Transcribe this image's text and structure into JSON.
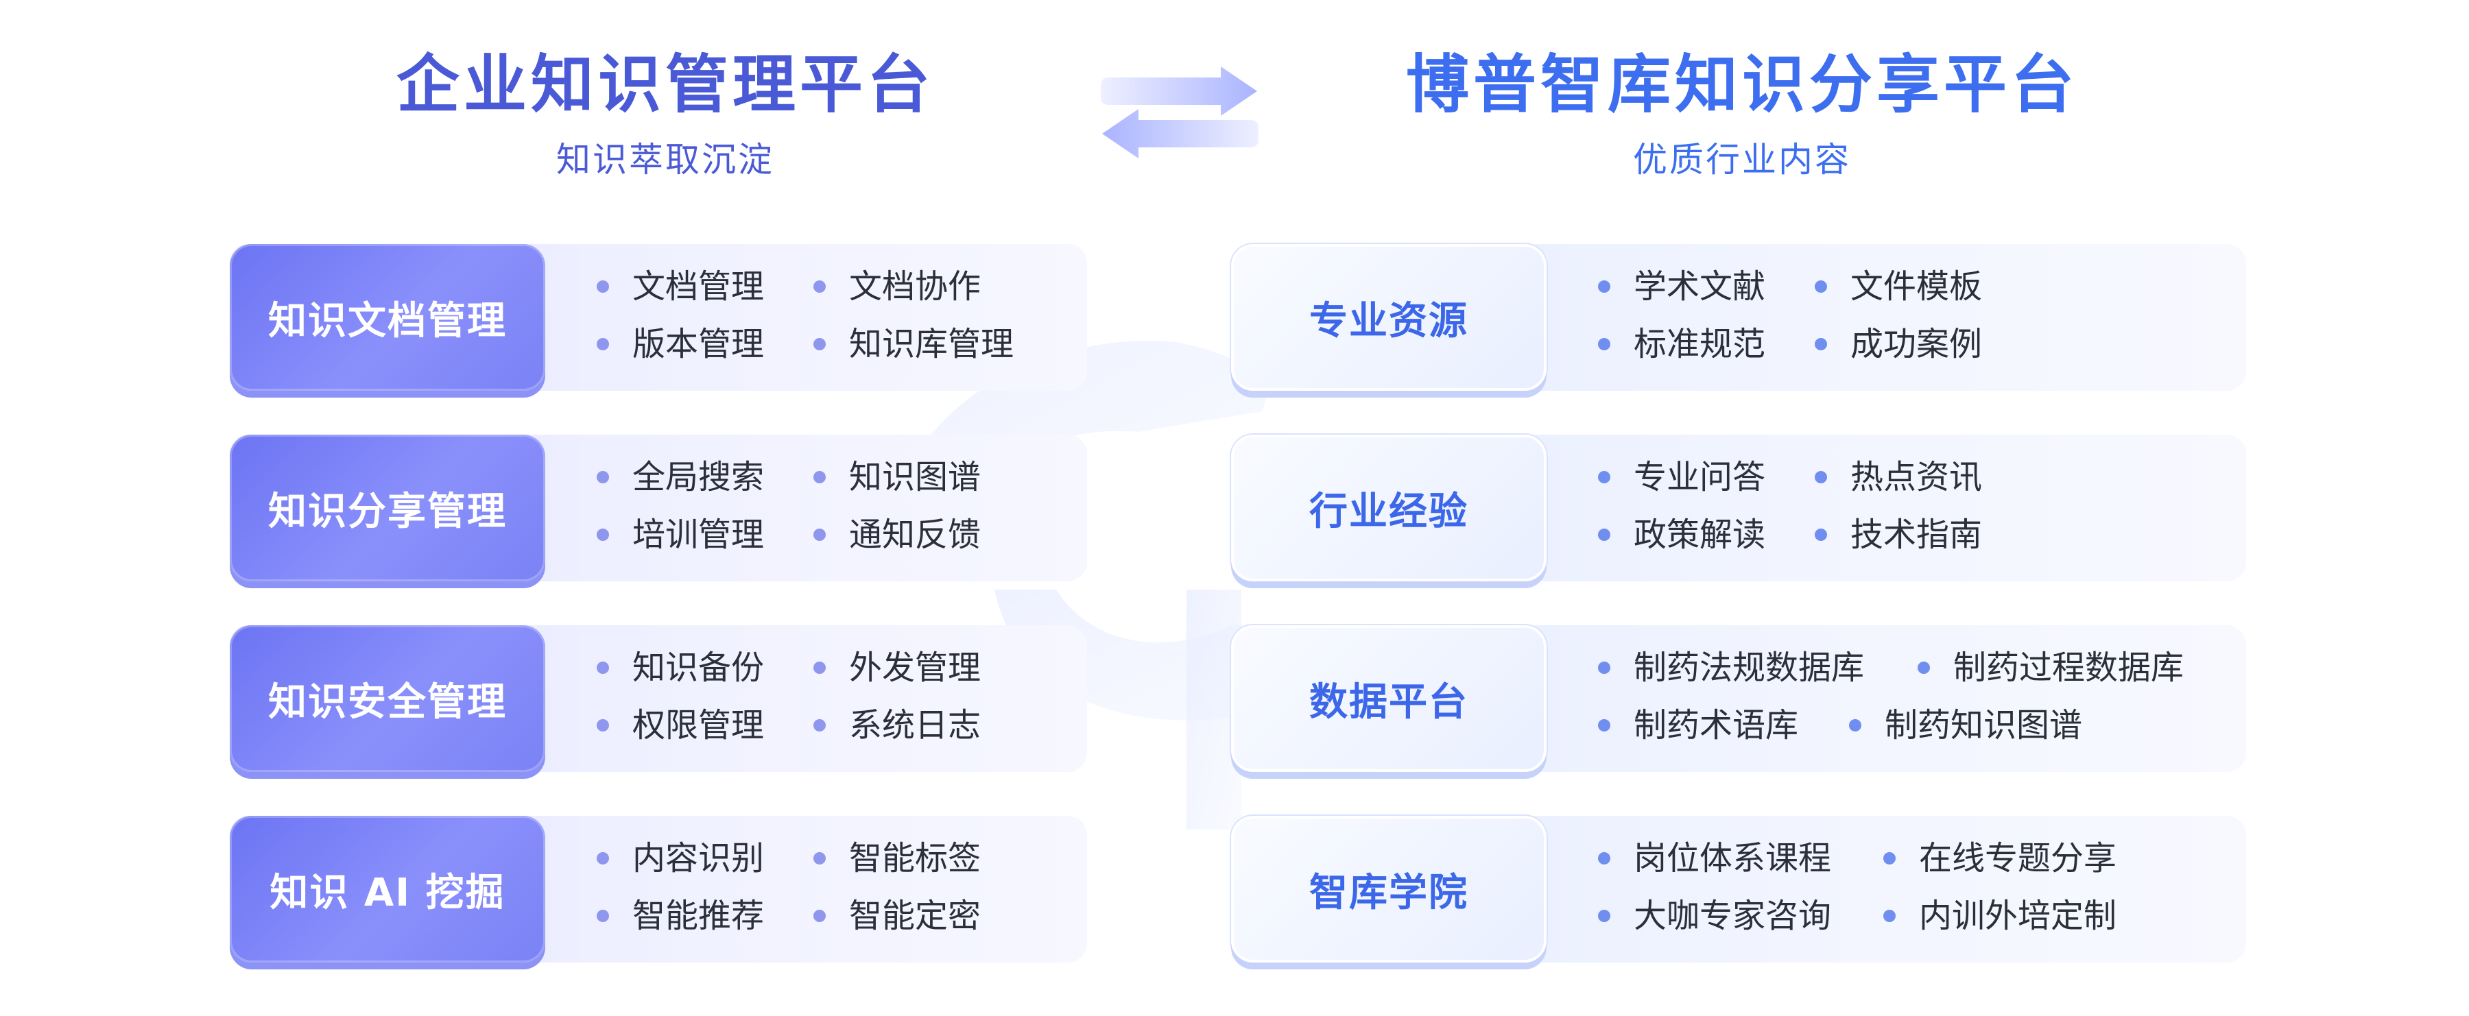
{
  "left": {
    "title": "企业知识管理平台",
    "subtitle": "知识萃取沉淀",
    "rows": [
      {
        "label": "知识文档管理",
        "items": [
          "文档管理",
          "文档协作",
          "版本管理",
          "知识库管理"
        ]
      },
      {
        "label": "知识分享管理",
        "items": [
          "全局搜索",
          "知识图谱",
          "培训管理",
          "通知反馈"
        ]
      },
      {
        "label": "知识安全管理",
        "items": [
          "知识备份",
          "外发管理",
          "权限管理",
          "系统日志"
        ]
      },
      {
        "label": "知识 AI 挖掘",
        "items": [
          "内容识别",
          "智能标签",
          "智能推荐",
          "智能定密"
        ]
      }
    ]
  },
  "right": {
    "title": "博普智库知识分享平台",
    "subtitle": "优质行业内容",
    "rows": [
      {
        "label": "专业资源",
        "items": [
          "学术文献",
          "文件模板",
          "标准规范",
          "成功案例"
        ]
      },
      {
        "label": "行业经验",
        "items": [
          "专业问答",
          "热点资讯",
          "政策解读",
          "技术指南"
        ]
      },
      {
        "label": "数据平台",
        "items": [
          "制药法规数据库",
          "制药过程数据库",
          "制药术语库",
          "制药知识图谱"
        ]
      },
      {
        "label": "智库学院",
        "items": [
          "岗位体系课程",
          "在线专题分享",
          "大咖专家咨询",
          "内训外培定制"
        ]
      }
    ]
  },
  "colors": {
    "left_title": "#4a5ad6",
    "right_title": "#3d6ef0",
    "left_label_bg": "#7a82f5",
    "right_label_text": "#3c67e8",
    "bullet": "#8f96ee"
  },
  "icons": {
    "swap": "swap-arrows-icon",
    "bullet": "bullet-dot-icon"
  }
}
